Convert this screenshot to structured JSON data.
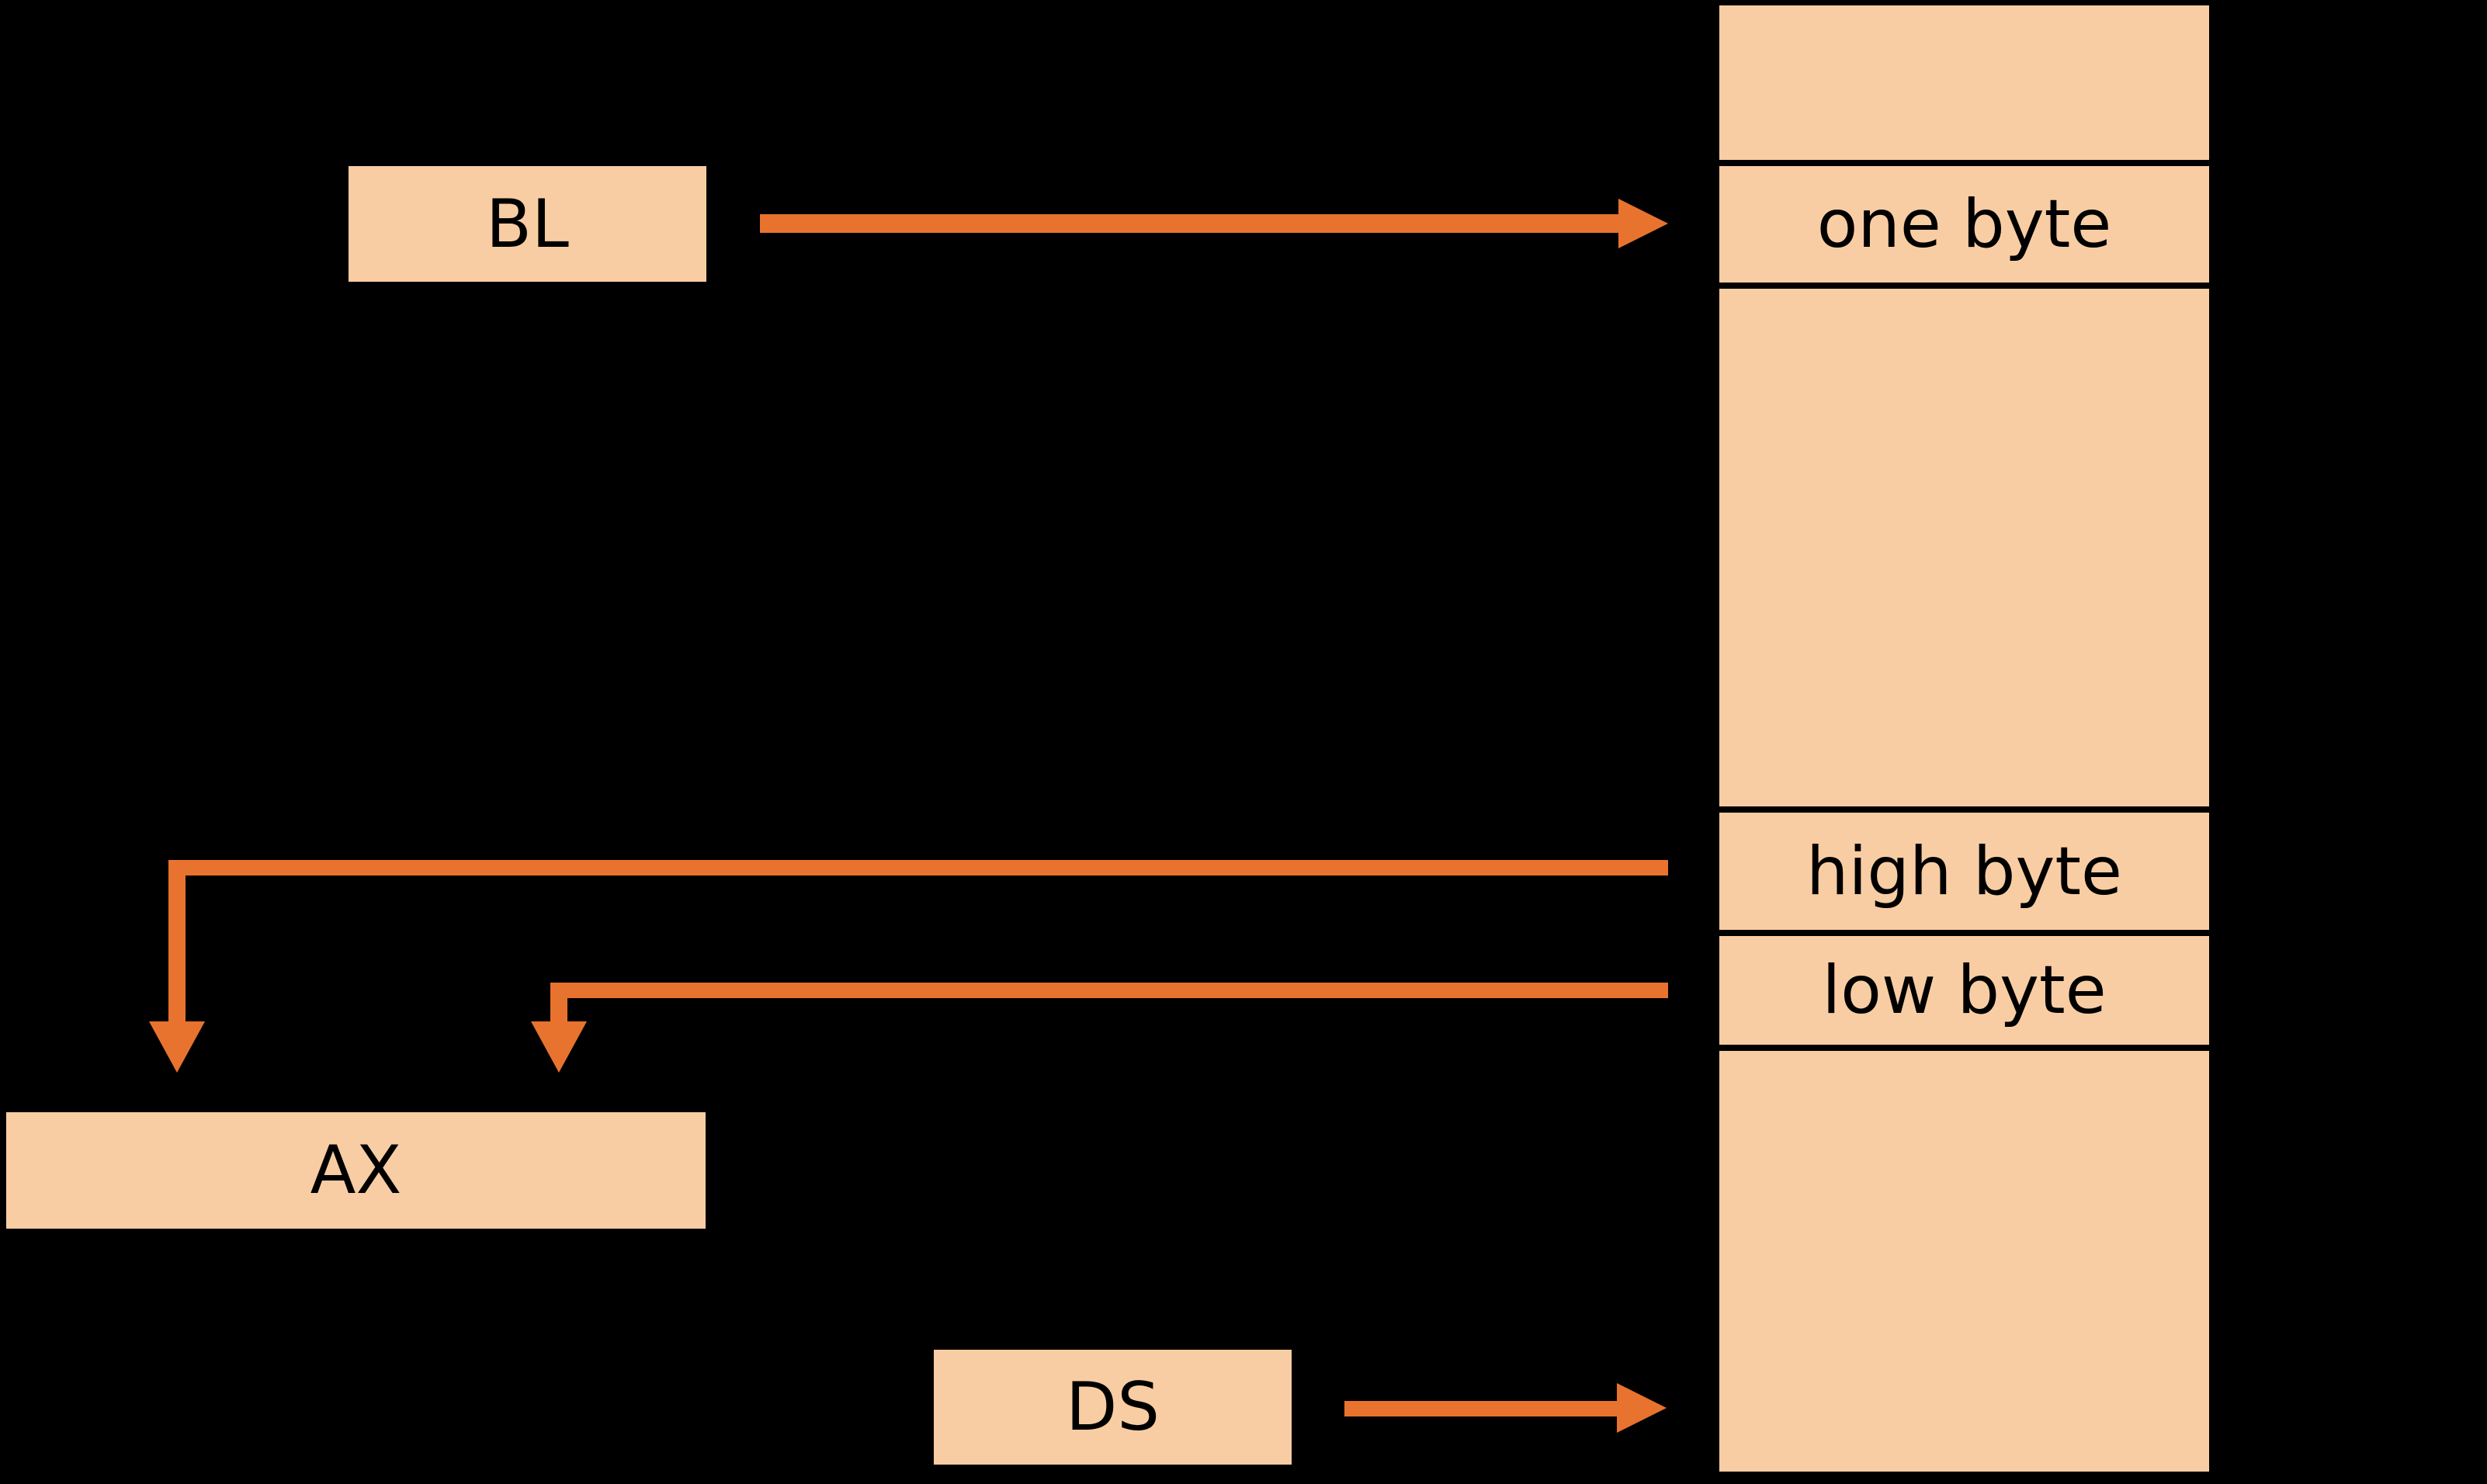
{
  "colors": {
    "background": "#000000",
    "box_fill": "#F9CDA3",
    "arrow": "#E8732E",
    "ink": "#000000"
  },
  "registers": {
    "bl": {
      "label": "BL"
    },
    "ax": {
      "label": "AX"
    },
    "ds": {
      "label": "DS"
    }
  },
  "memory_cells": [
    {
      "label": ""
    },
    {
      "label": "one byte"
    },
    {
      "label": ""
    },
    {
      "label": "high byte"
    },
    {
      "label": "low byte"
    },
    {
      "label": ""
    }
  ]
}
